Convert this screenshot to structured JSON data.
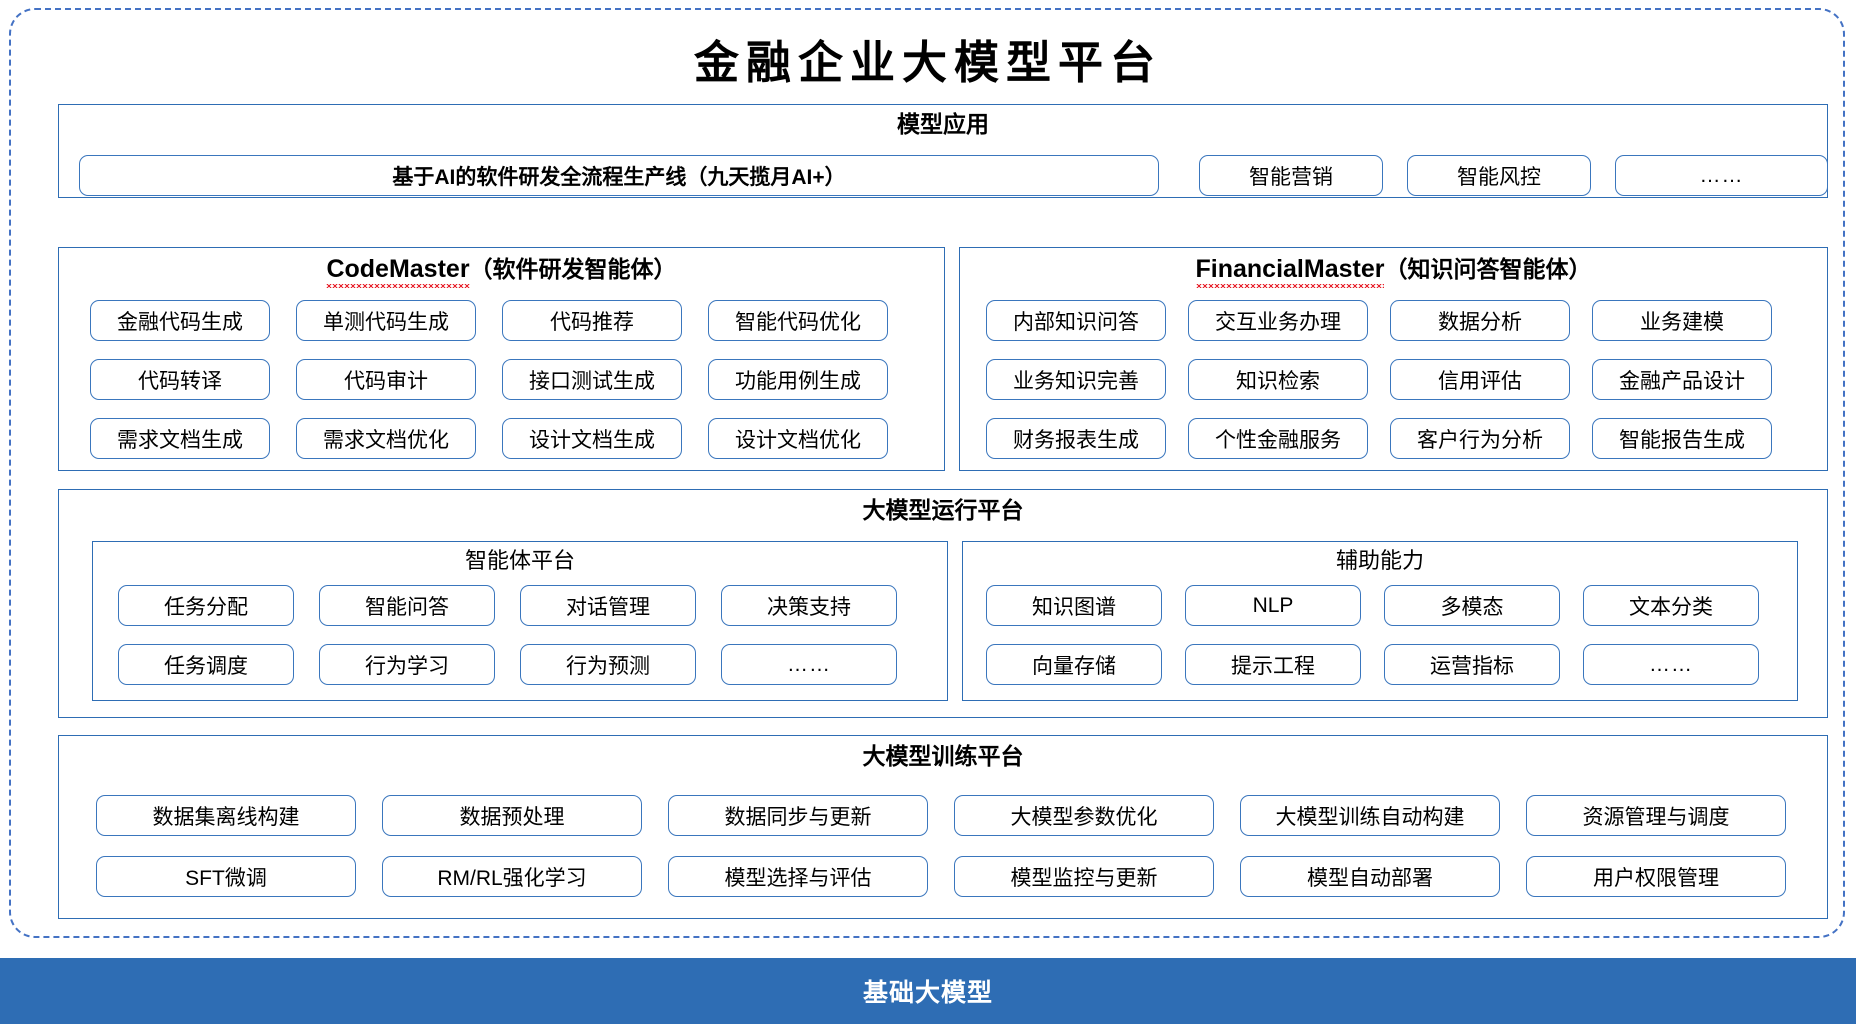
{
  "title": "金融企业大模型平台",
  "colors": {
    "accent_blue": "#2E6DB4",
    "outline_blue": "#3A76BD",
    "dashed_frame": "#4472C4",
    "spellcheck_red": "#e8202a",
    "base_bar_bg": "#2E6DB4",
    "base_bar_text": "#ffffff"
  },
  "sections": {
    "model_application": {
      "title": "模型应用",
      "items": [
        "基于AI的软件研发全流程生产线（九天揽月AI+）",
        "智能营销",
        "智能风控",
        "……"
      ]
    },
    "code_master": {
      "title_latin": "CodeMaster",
      "title_cn": "（软件研发智能体）",
      "items": [
        "金融代码生成",
        "单测代码生成",
        "代码推荐",
        "智能代码优化",
        "代码转译",
        "代码审计",
        "接口测试生成",
        "功能用例生成",
        "需求文档生成",
        "需求文档优化",
        "设计文档生成",
        "设计文档优化"
      ]
    },
    "financial_master": {
      "title_latin": "FinancialMaster",
      "title_cn": "（知识问答智能体）",
      "items": [
        "内部知识问答",
        "交互业务办理",
        "数据分析",
        "业务建模",
        "业务知识完善",
        "知识检索",
        "信用评估",
        "金融产品设计",
        "财务报表生成",
        "个性金融服务",
        "客户行为分析",
        "智能报告生成"
      ]
    },
    "runtime_platform": {
      "title": "大模型运行平台",
      "agent_platform": {
        "title": "智能体平台",
        "items": [
          "任务分配",
          "智能问答",
          "对话管理",
          "决策支持",
          "任务调度",
          "行为学习",
          "行为预测",
          "……"
        ]
      },
      "support_capability": {
        "title": "辅助能力",
        "items": [
          "知识图谱",
          "NLP",
          "多模态",
          "文本分类",
          "向量存储",
          "提示工程",
          "运营指标",
          "……"
        ]
      }
    },
    "training_platform": {
      "title": "大模型训练平台",
      "items": [
        "数据集离线构建",
        "数据预处理",
        "数据同步与更新",
        "大模型参数优化",
        "大模型训练自动构建",
        "资源管理与调度",
        "SFT微调",
        "RM/RL强化学习",
        "模型选择与评估",
        "模型监控与更新",
        "模型自动部署",
        "用户权限管理"
      ]
    }
  },
  "base_bar": {
    "label": "基础大模型"
  }
}
